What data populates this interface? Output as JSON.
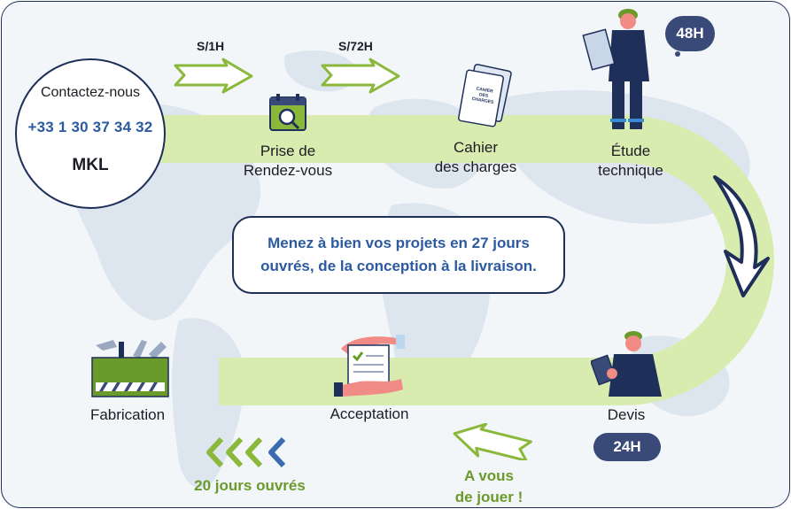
{
  "contact": {
    "title": "Contactez-nous",
    "phone": "+33 1 30 37 34 32",
    "company": "MKL"
  },
  "timings": {
    "first": "S/1H",
    "second": "S/72H",
    "etude_badge": "48H",
    "devis_badge": "24H"
  },
  "steps": [
    {
      "line1": "Prise de",
      "line2": "Rendez-vous",
      "icon": "calendar-search-icon"
    },
    {
      "line1": "Cahier",
      "line2": "des charges",
      "icon": "document-icon"
    },
    {
      "line1": "Étude",
      "line2": "technique",
      "icon": "engineer-icon"
    },
    {
      "line1": "Devis",
      "line2": "",
      "icon": "engineer-tablet-icon"
    },
    {
      "line1": "Acceptation",
      "line2": "",
      "icon": "handshake-contract-icon"
    },
    {
      "line1": "Fabrication",
      "line2": "",
      "icon": "toolbox-icon"
    }
  ],
  "document_text": {
    "l1": "CAHIER",
    "l2": "DES",
    "l3": "CHARGES"
  },
  "center_message": {
    "line1": "Menez à bien vos projets en 27 jours",
    "line2": "ouvrés, de la conception à la livraison."
  },
  "footer": {
    "fabrication_duration": "20 jours ouvrés",
    "call_to_action_line1": "A vous",
    "call_to_action_line2": "de jouer !"
  },
  "colors": {
    "path_green": "#d9ecb0",
    "navy": "#1e2f5a",
    "blue_text": "#2c5aa0",
    "accent_green": "#6a9a2a",
    "pill": "#3a4a78"
  }
}
